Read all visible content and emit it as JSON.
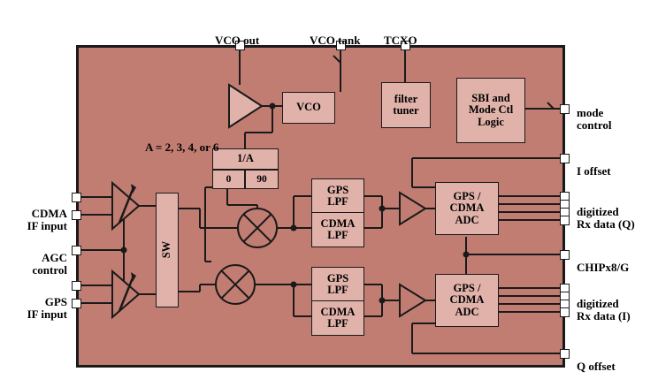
{
  "diagram": {
    "title_blocks": {
      "vco": "VCO",
      "filter_tuner": "filter\ntuner",
      "sbi": "SBI and\nMode Ctl\nLogic",
      "divider": "1/A",
      "divider_phase_0": "0",
      "divider_phase_90": "90",
      "sw": "SW",
      "gps_lpf_top": "GPS\nLPF",
      "cdma_lpf_top": "CDMA\nLPF",
      "gps_lpf_bottom": "GPS\nLPF",
      "cdma_lpf_bottom": "CDMA\nLPF",
      "adc_top": "GPS /\nCDMA\nADC",
      "adc_bottom": "GPS /\nCDMA\nADC"
    },
    "top_labels": [
      {
        "name": "vco-out",
        "text": "VCO out"
      },
      {
        "name": "vco-tank",
        "text": "VCO tank"
      },
      {
        "name": "tcxo",
        "text": "TCXO"
      }
    ],
    "left_labels": [
      {
        "name": "cdma-if-input",
        "text": "CDMA\nIF input"
      },
      {
        "name": "agc-control",
        "text": "AGC\ncontrol"
      },
      {
        "name": "gps-if-input",
        "text": "GPS\nIF input"
      }
    ],
    "right_labels": [
      {
        "name": "mode-control",
        "text": "mode\ncontrol"
      },
      {
        "name": "i-offset",
        "text": "I offset"
      },
      {
        "name": "digitized-rx-data-q",
        "text": "digitized\nRx data (Q)"
      },
      {
        "name": "chipx8-g",
        "text": "CHIPx8/G"
      },
      {
        "name": "digitized-rx-data-i",
        "text": "digitized\nRx data (I)"
      },
      {
        "name": "q-offset",
        "text": "Q offset"
      }
    ],
    "annotations": [
      {
        "name": "divider-ratio-note",
        "text": "A = 2, 3, 4, or 6"
      }
    ],
    "colors": {
      "chip_fill": "#c17d72",
      "block_fill": "#e0b2aa",
      "outline": "#1a1a1a",
      "pad_fill": "#ffffff"
    }
  }
}
